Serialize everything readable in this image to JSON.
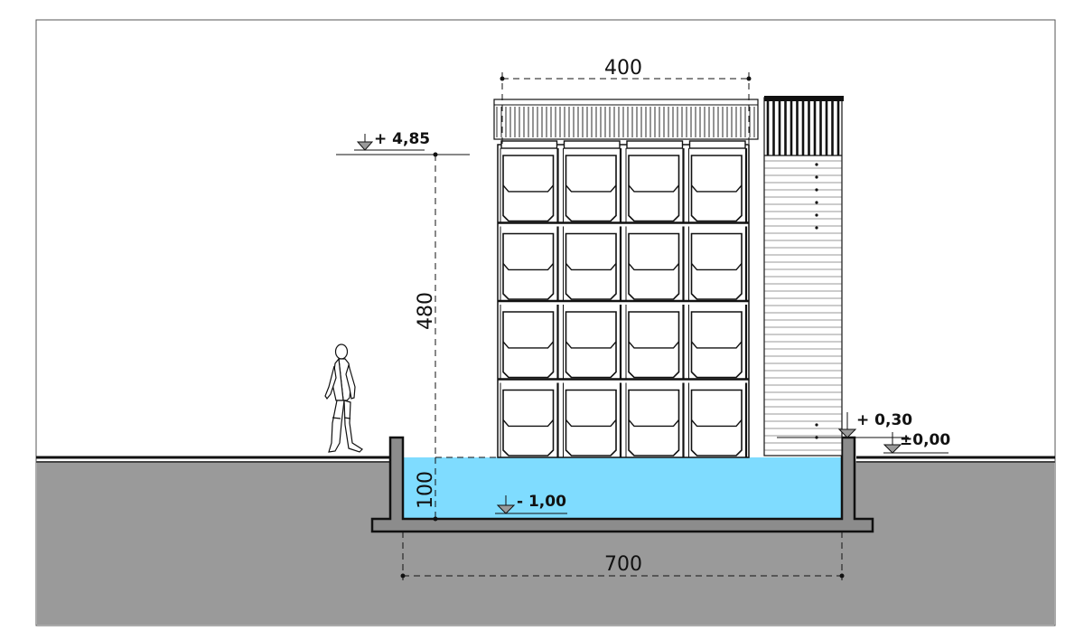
{
  "dimensions": {
    "module_width": "400",
    "module_height": "480",
    "basin_depth": "100",
    "basin_width": "700"
  },
  "levels": {
    "top": "+ 4,85",
    "basin_edge": "+ 0,30",
    "ground": "±0,00",
    "basin_floor": "- 1,00"
  },
  "colors": {
    "water": "#7fdcff",
    "ground": "#9a9a9a",
    "concrete": "#8c8c8c",
    "line": "#111111"
  },
  "icons": {
    "person": "walking-person-figure",
    "level_marker": "level-triangle-icon"
  }
}
